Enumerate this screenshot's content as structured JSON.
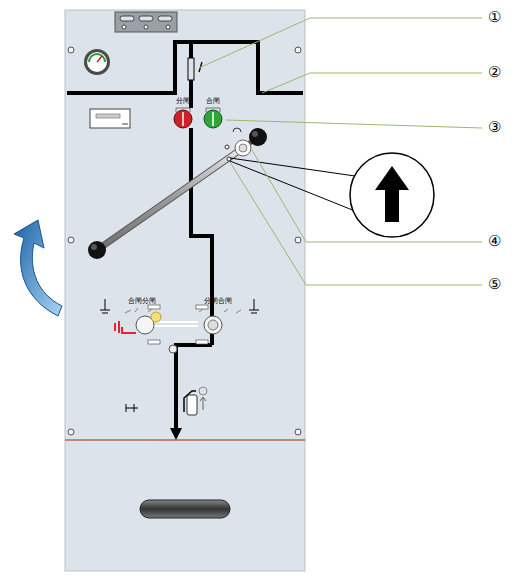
{
  "diagram": {
    "labels": [
      "①",
      "②",
      "③",
      "④",
      "⑤",
      "分闸",
      "合闸",
      "合闸分闸",
      "分闸合闸"
    ]
  }
}
